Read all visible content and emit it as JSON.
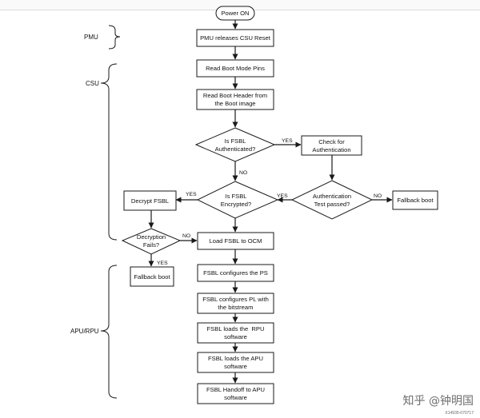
{
  "nodes": {
    "power_on": "Power ON",
    "pmu_reset": "PMU releases CSU Reset",
    "boot_pins": "Read Boot Mode Pins",
    "boot_header": [
      "Read Boot Header from",
      "the Boot image"
    ],
    "fsbl_auth": [
      "Is FSBL",
      "Authenticated?"
    ],
    "check_auth": [
      "Check for",
      "Authentication"
    ],
    "fsbl_enc": [
      "Is FSBL",
      "Encrypted?"
    ],
    "auth_test": [
      "Authentication",
      "Test passed?"
    ],
    "fallback_right": "Fallback boot",
    "decrypt": "Decrypt FSBL",
    "decrypt_fail": [
      "Decryption",
      "Fails?"
    ],
    "load_ocm": "Load FSBL to OCM",
    "fallback_left": "Fallback boot",
    "config_ps": "FSBL configures the PS",
    "config_pl": [
      "FSBL configures PL with",
      "the bitstream"
    ],
    "load_rpu": [
      "FSBL loads the  RPU",
      "software"
    ],
    "load_apu": [
      "FSBL loads the APU",
      "software"
    ],
    "handoff": [
      "FSBL Handoff to APU",
      "software"
    ]
  },
  "edges": {
    "auth_yes": "YES",
    "auth_no": "NO",
    "test_yes": "YES",
    "test_no": "NO",
    "enc_yes": "YES",
    "fail_no": "NO",
    "fail_yes": "YES"
  },
  "groups": {
    "pmu": "PMU",
    "csu": "CSU",
    "apu_rpu": "APU/RPU"
  },
  "watermark": "知乎 @钟明国",
  "figure_code": "X14935-070717"
}
